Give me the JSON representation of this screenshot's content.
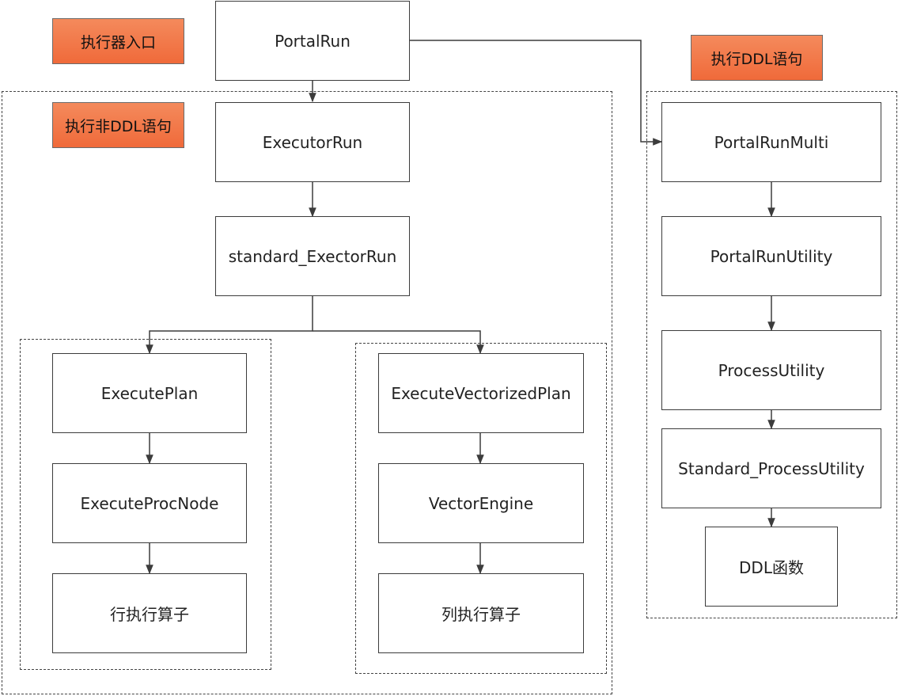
{
  "tags": {
    "executor_entry": "执行器入口",
    "non_ddl": "执行非DDL语句",
    "ddl": "执行DDL语句"
  },
  "nodes": {
    "portal_run": "PortalRun",
    "executor_run": "ExecutorRun",
    "standard_executor_run": "standard_ExectorRun",
    "execute_plan": "ExecutePlan",
    "execute_proc_node": "ExecuteProcNode",
    "row_operators": "行执行算子",
    "execute_vectorized_plan": "ExecuteVectorizedPlan",
    "vector_engine": "VectorEngine",
    "column_operators": "列执行算子",
    "portal_run_multi": "PortalRunMulti",
    "portal_run_utility": "PortalRunUtility",
    "process_utility": "ProcessUtility",
    "standard_process_utility": "Standard_ProcessUtility",
    "ddl_functions": "DDL函数"
  },
  "colors": {
    "tag_fill": "#f06a3a",
    "line": "#3c3c3c"
  }
}
